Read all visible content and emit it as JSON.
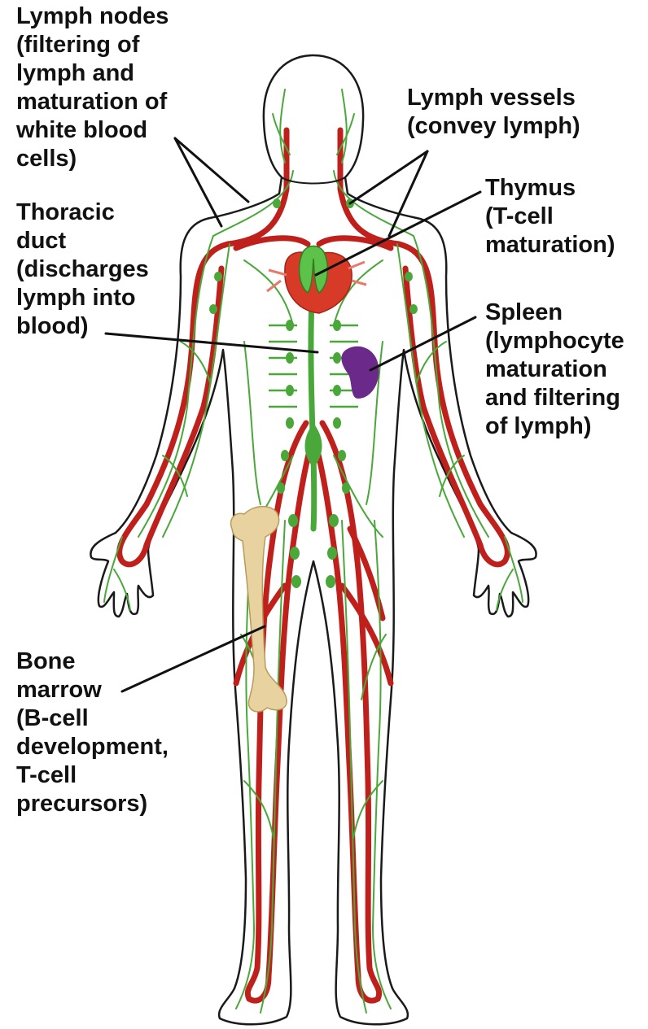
{
  "labels": {
    "lymph_nodes": [
      "Lymph nodes",
      "(filtering of",
      "lymph and",
      "maturation of",
      "white blood",
      "cells)"
    ],
    "lymph_vessels": [
      "Lymph vessels",
      "(convey lymph)"
    ],
    "thymus": [
      "Thymus",
      "(T-cell",
      "maturation)"
    ],
    "thoracic_duct": [
      "Thoracic",
      "duct",
      "(discharges",
      "lymph into",
      "blood)"
    ],
    "spleen": [
      "Spleen",
      "(lymphocyte",
      "maturation",
      "and filtering",
      "of lymph)"
    ],
    "bone_marrow": [
      "Bone",
      "marrow",
      "(B-cell",
      "development,",
      "T-cell",
      "precursors)"
    ]
  },
  "colors": {
    "lymph_green": "#4aa83a",
    "blood_red": "#c0201c",
    "heart_red": "#d83a28",
    "spleen_purple": "#6b2a8a",
    "bone_tan": "#e8d3a0",
    "outline": "#1a1a1a",
    "skin": "#ffffff"
  }
}
